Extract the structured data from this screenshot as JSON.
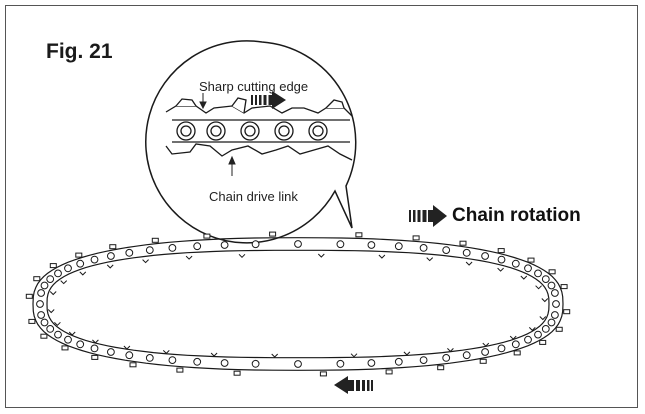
{
  "figure": {
    "label": "Fig. 21"
  },
  "callouts": {
    "cutting_edge": "Sharp cutting edge",
    "drive_link": "Chain drive link"
  },
  "legend": {
    "rotation_label": "Chain rotation"
  },
  "colors": {
    "line": "#1a1a1a",
    "arrow": "#222222",
    "frame": "#555555",
    "background": "#ffffff"
  },
  "icons": {
    "direction_arrow": "striped-arrow-right-icon",
    "return_arrow": "striped-arrow-left-icon"
  }
}
